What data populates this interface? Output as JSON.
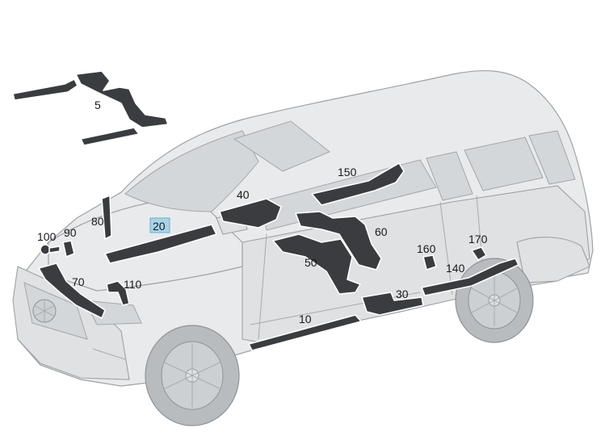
{
  "diagram": {
    "callouts": [
      {
        "id": "c5",
        "text": "5"
      },
      {
        "id": "c10",
        "text": "10"
      },
      {
        "id": "c20",
        "text": "20",
        "highlighted": true,
        "highlight_color": "#a8d4e6"
      },
      {
        "id": "c30",
        "text": "30"
      },
      {
        "id": "c40",
        "text": "40"
      },
      {
        "id": "c50",
        "text": "50"
      },
      {
        "id": "c60",
        "text": "60"
      },
      {
        "id": "c70",
        "text": "70"
      },
      {
        "id": "c80",
        "text": "80"
      },
      {
        "id": "c90",
        "text": "90"
      },
      {
        "id": "c100",
        "text": "100"
      },
      {
        "id": "c110",
        "text": "110"
      },
      {
        "id": "c140",
        "text": "140"
      },
      {
        "id": "c150",
        "text": "150"
      },
      {
        "id": "c160",
        "text": "160"
      },
      {
        "id": "c170",
        "text": "170"
      }
    ]
  }
}
